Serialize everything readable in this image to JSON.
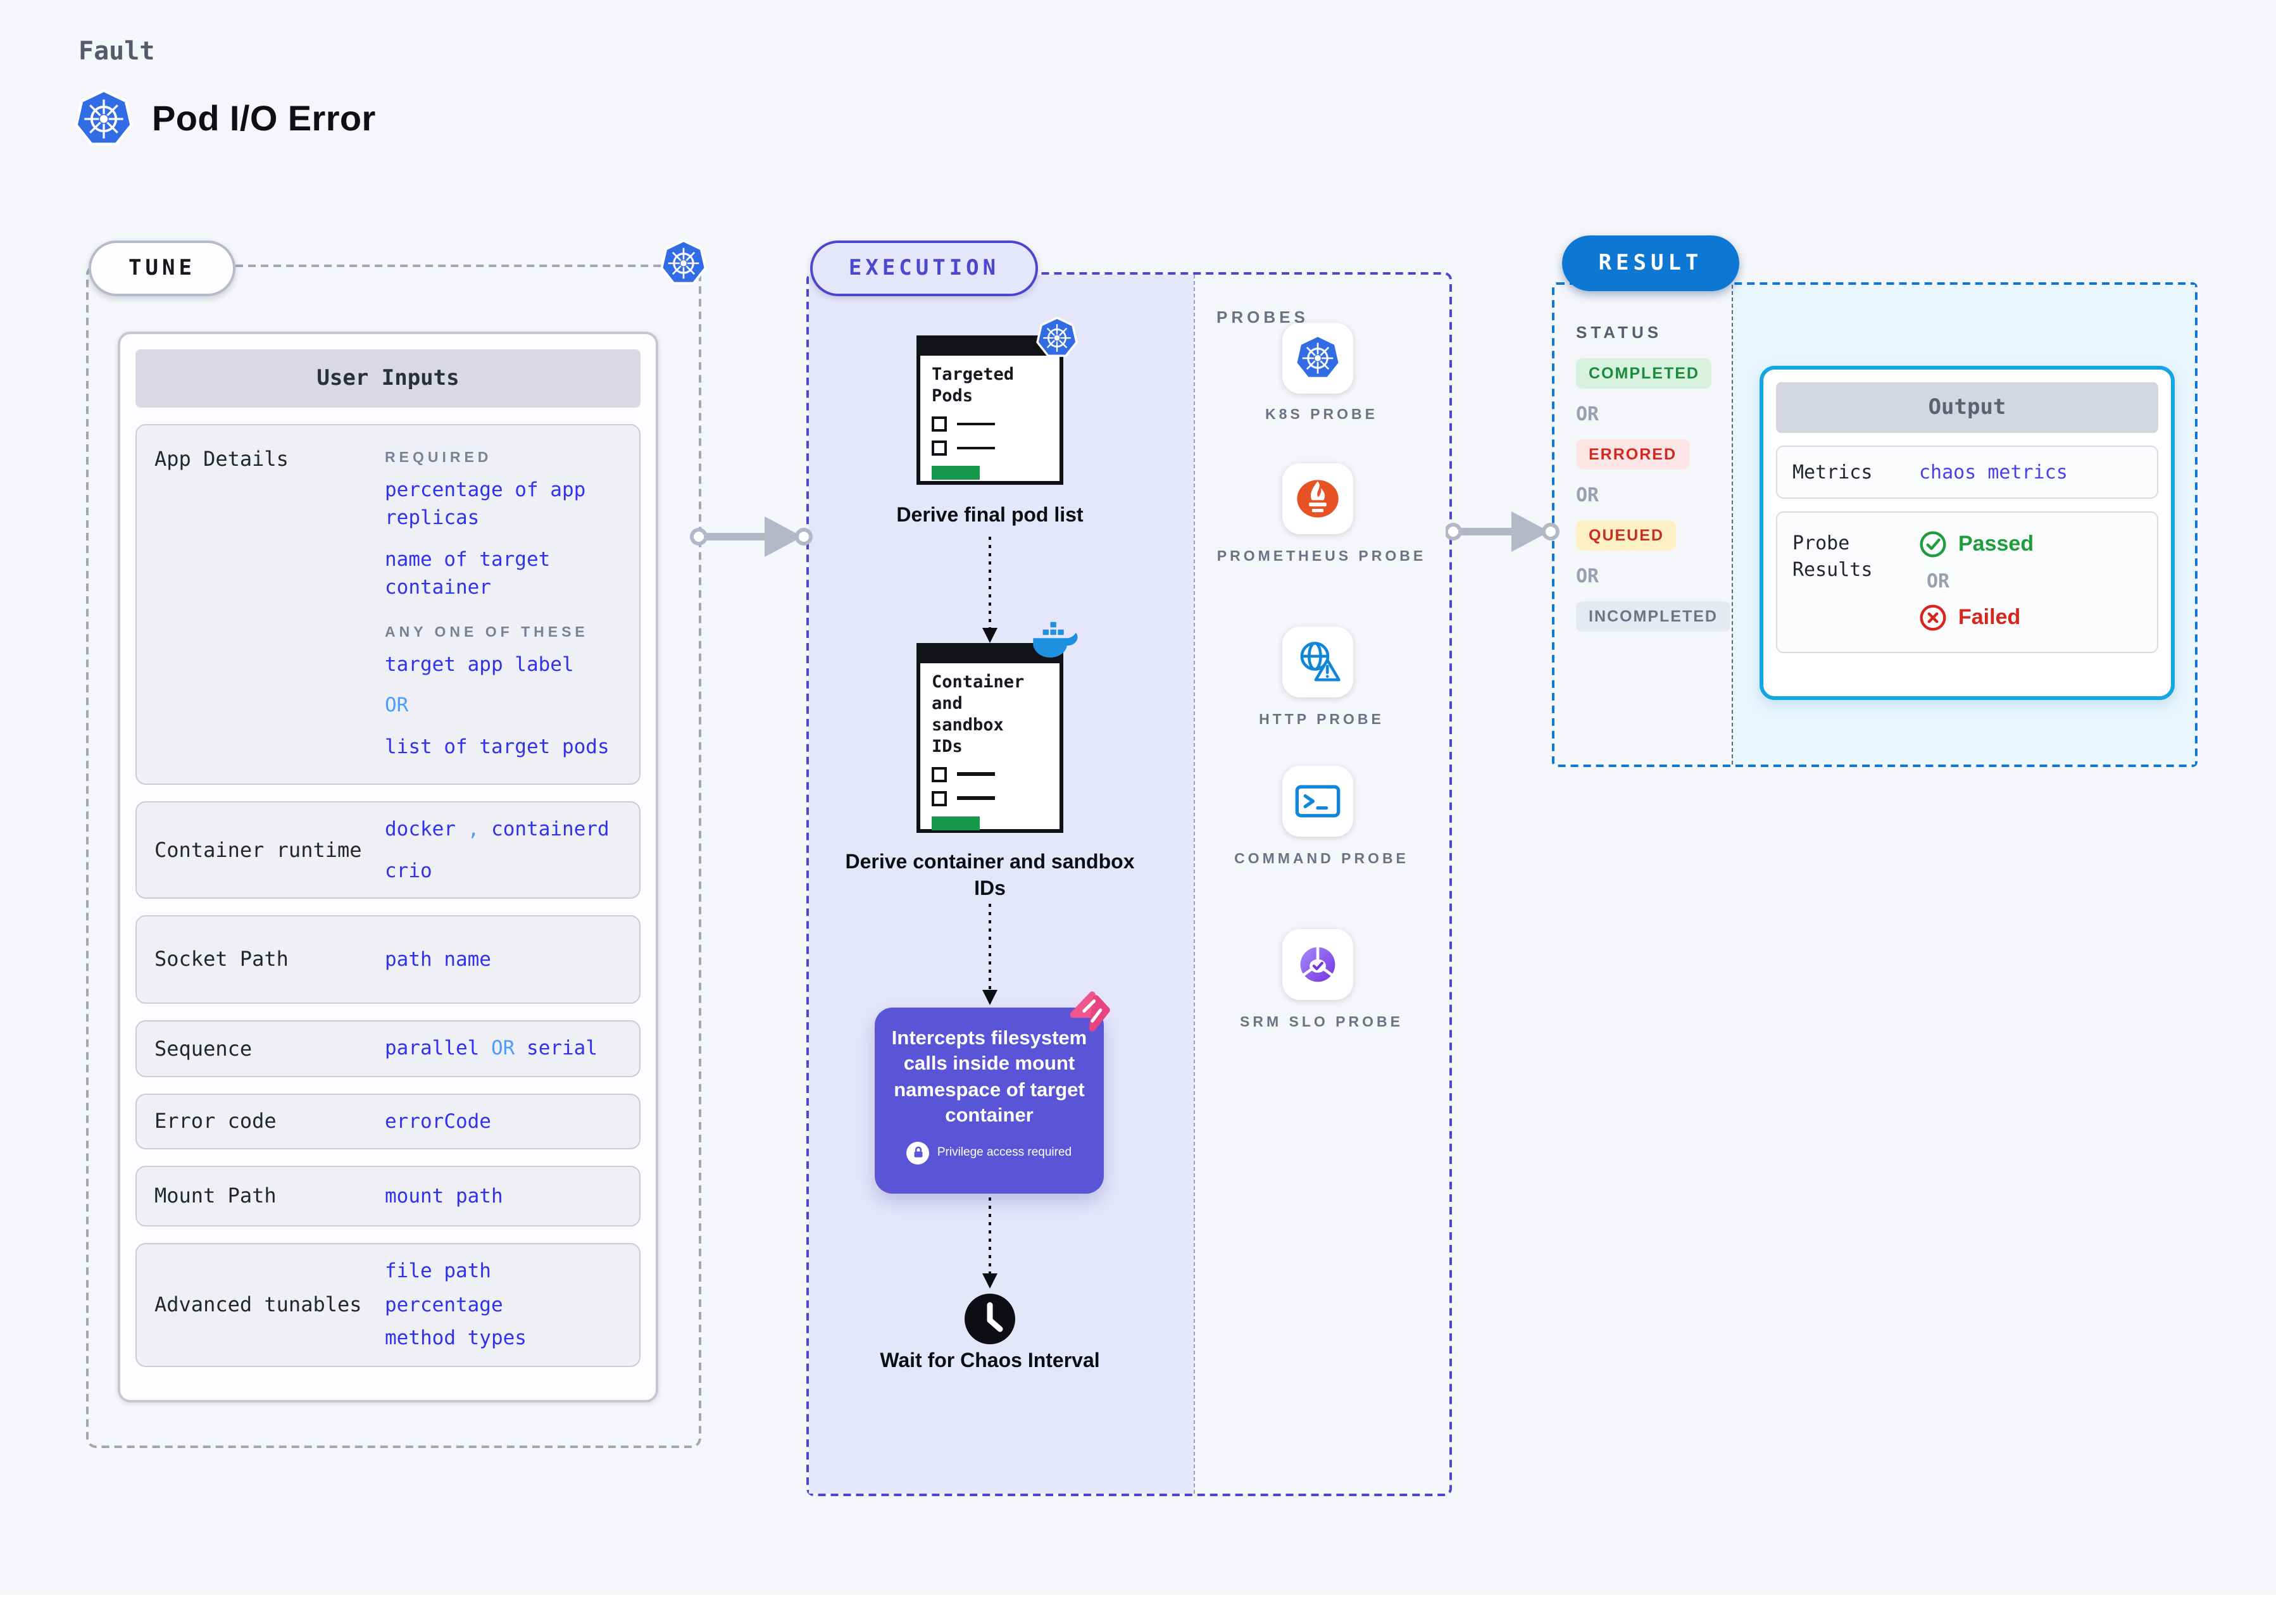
{
  "header": {
    "eyebrow": "Fault",
    "title": "Pod I/O Error"
  },
  "colors": {
    "page_bg": "#f5f6fa",
    "k8s_blue": "#326ce5",
    "link_blue": "#3032ee",
    "light_blue": "#4f9cf8",
    "execution_indigo": "#4b48cf",
    "execution_fill": "#e6e6fb",
    "purple_box": "#5a55d6",
    "result_blue": "#0e76d3",
    "result_fill": "#e9f6fd",
    "output_border": "#14a6e3",
    "green": "#1a8a3c",
    "red": "#d8251c",
    "queued_bg": "#fdf0c4",
    "doc_green": "#17984d"
  },
  "tune": {
    "pill": "TUNE",
    "card_header": "User Inputs",
    "app_details": {
      "label": "App Details",
      "required_label": "REQUIRED",
      "required_items": [
        "percentage of app replicas",
        "name of target container"
      ],
      "any_label": "ANY ONE OF THESE",
      "any_item_1": "target app label",
      "any_or": "OR",
      "any_item_2": "list of target pods"
    },
    "runtime": {
      "label": "Container runtime",
      "v1": "docker",
      "sep": ",",
      "v2": "containerd",
      "v3": "crio"
    },
    "socket": {
      "label": "Socket Path",
      "value": "path name"
    },
    "sequence": {
      "label": "Sequence",
      "v1": "parallel",
      "or": "OR",
      "v2": "serial"
    },
    "error": {
      "label": "Error code",
      "value": "errorCode"
    },
    "mount": {
      "label": "Mount Path",
      "value": "mount path"
    },
    "advanced": {
      "label": "Advanced tunables",
      "items": [
        "file path",
        "percentage",
        "method types"
      ]
    }
  },
  "execution": {
    "pill": "EXECUTION",
    "step1": {
      "doc_title": "Targeted Pods",
      "caption": "Derive final pod list",
      "badge_icon": "kubernetes-icon"
    },
    "step2": {
      "doc_title": "Container and sandbox IDs",
      "caption": "Derive container and sandbox IDs",
      "badge_icon": "docker-icon"
    },
    "intercept": {
      "text": "Intercepts filesystem calls inside mount namespace of target container",
      "note": "Privilege access required",
      "badge_icon": "pink-logo-icon"
    },
    "wait": {
      "caption": "Wait for Chaos Interval",
      "icon": "clock-icon"
    }
  },
  "probes": {
    "title": "PROBES",
    "items": [
      {
        "label": "K8S PROBE",
        "icon": "kubernetes-icon"
      },
      {
        "label": "PROMETHEUS PROBE",
        "icon": "prometheus-icon"
      },
      {
        "label": "HTTP PROBE",
        "icon": "globe-warning-icon"
      },
      {
        "label": "COMMAND PROBE",
        "icon": "terminal-icon"
      },
      {
        "label": "SRM SLO PROBE",
        "icon": "slo-donut-icon"
      }
    ]
  },
  "result": {
    "pill": "RESULT",
    "status_label": "STATUS",
    "statuses": [
      {
        "label": "COMPLETED"
      },
      {
        "label": "ERRORED"
      },
      {
        "label": "QUEUED"
      },
      {
        "label": "INCOMPLETED"
      }
    ],
    "or": "OR",
    "output": {
      "header": "Output",
      "metrics_label": "Metrics",
      "metrics_value": "chaos metrics",
      "probe_label": "Probe Results",
      "passed": "Passed",
      "or": "OR",
      "failed": "Failed"
    }
  }
}
